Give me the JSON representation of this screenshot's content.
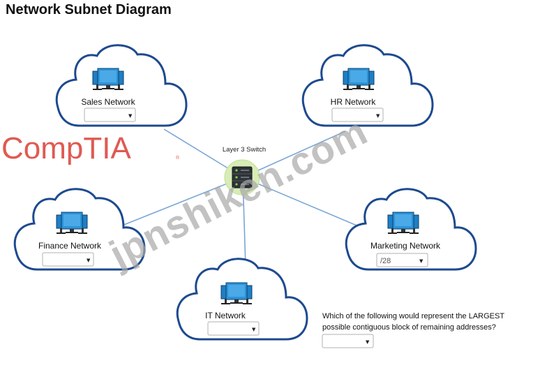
{
  "title": "Network Subnet Diagram",
  "switch": {
    "label": "Layer 3 Switch"
  },
  "networks": {
    "sales": {
      "label": "Sales Network",
      "selected": ""
    },
    "hr": {
      "label": "HR Network",
      "selected": ""
    },
    "finance": {
      "label": "Finance Network",
      "selected": ""
    },
    "marketing": {
      "label": "Marketing Network",
      "selected": "/28"
    },
    "it": {
      "label": "IT Network",
      "selected": ""
    }
  },
  "question": {
    "line1": "Which of the following would represent the LARGEST",
    "line2": "possible contiguous block of remaining addresses?",
    "selected": ""
  },
  "logo": {
    "text": "CompTIA",
    "reg": "®"
  },
  "watermark": {
    "text": "jpnshiken.com"
  },
  "icons": {
    "computer": "desktop-monitors-icon",
    "switch": "layer3-switch-icon",
    "dropdown": "caret-down-icon"
  },
  "colors": {
    "cloud_stroke": "#1d4a8f",
    "monitor_fill": "#1f7fc4",
    "link_line": "#7aa6d6",
    "switch_glow": "#d7ecb6",
    "logo": "#e05a52"
  }
}
